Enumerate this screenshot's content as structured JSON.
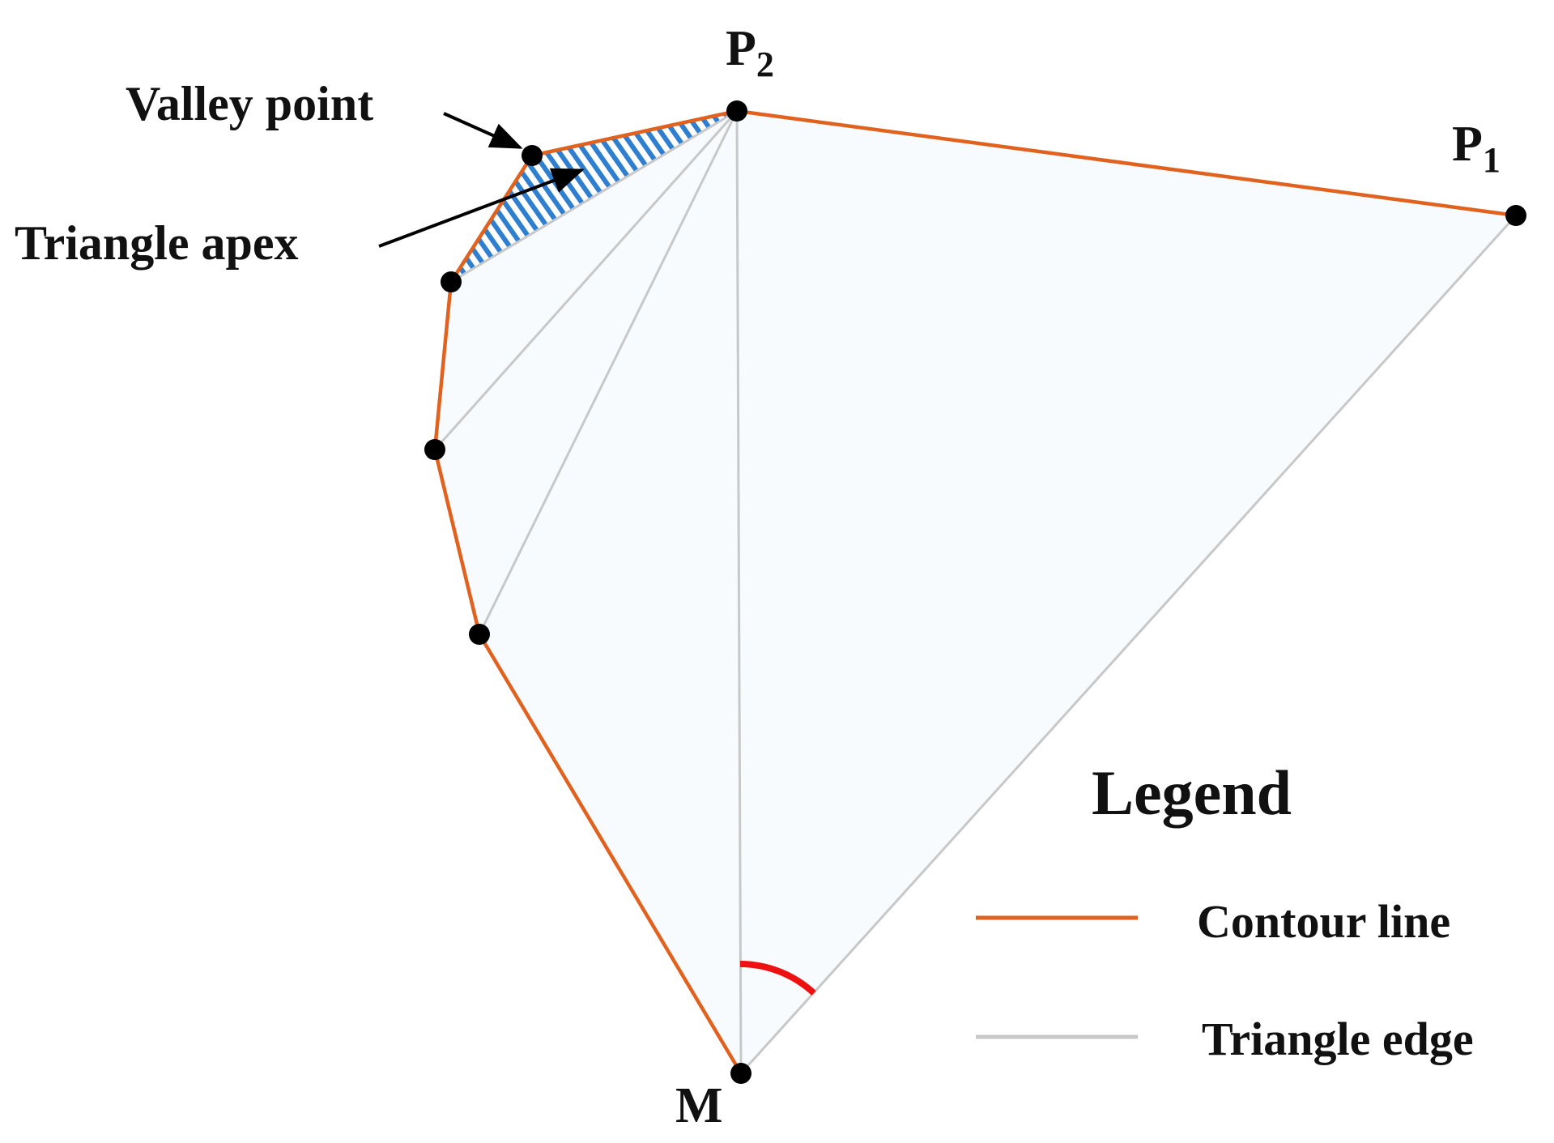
{
  "labels": {
    "p2": "P",
    "p2_sub": "2",
    "p1": "P",
    "p1_sub": "1",
    "m": "M",
    "valley_point": "Valley point",
    "triangle_apex": "Triangle apex"
  },
  "legend": {
    "title": "Legend",
    "contour": "Contour line",
    "triangle_edge": "Triangle edge"
  },
  "colors": {
    "contour_line": "#e0621e",
    "triangle_edge": "#c8c8c8",
    "hatch": "#2f7fd0",
    "angle_arc": "#ee1111",
    "background_region": "#f7fbfd",
    "points": "#000000"
  }
}
